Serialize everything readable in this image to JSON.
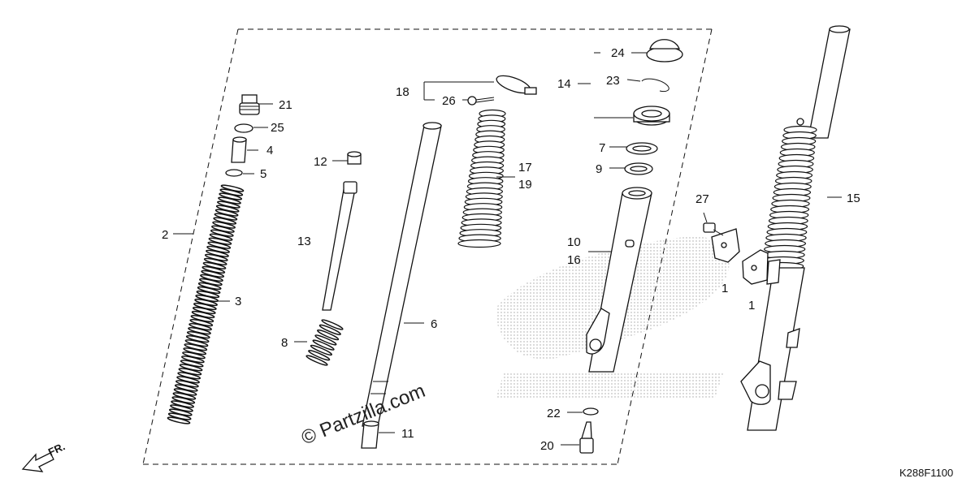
{
  "diagram": {
    "part_code": "K288F1100",
    "watermark": "© Partzilla.com",
    "direction": "FR.",
    "callouts": {
      "c1a": "1",
      "c1b": "1",
      "c2": "2",
      "c3": "3",
      "c4": "4",
      "c5": "5",
      "c6": "6",
      "c7": "7",
      "c8": "8",
      "c9": "9",
      "c10": "10",
      "c11": "11",
      "c12": "12",
      "c13": "13",
      "c14": "14",
      "c15": "15",
      "c16": "16",
      "c17": "17",
      "c18": "18",
      "c19": "19",
      "c20": "20",
      "c21": "21",
      "c22": "22",
      "c23": "23",
      "c24": "24",
      "c25": "25",
      "c26": "26",
      "c27": "27"
    }
  }
}
